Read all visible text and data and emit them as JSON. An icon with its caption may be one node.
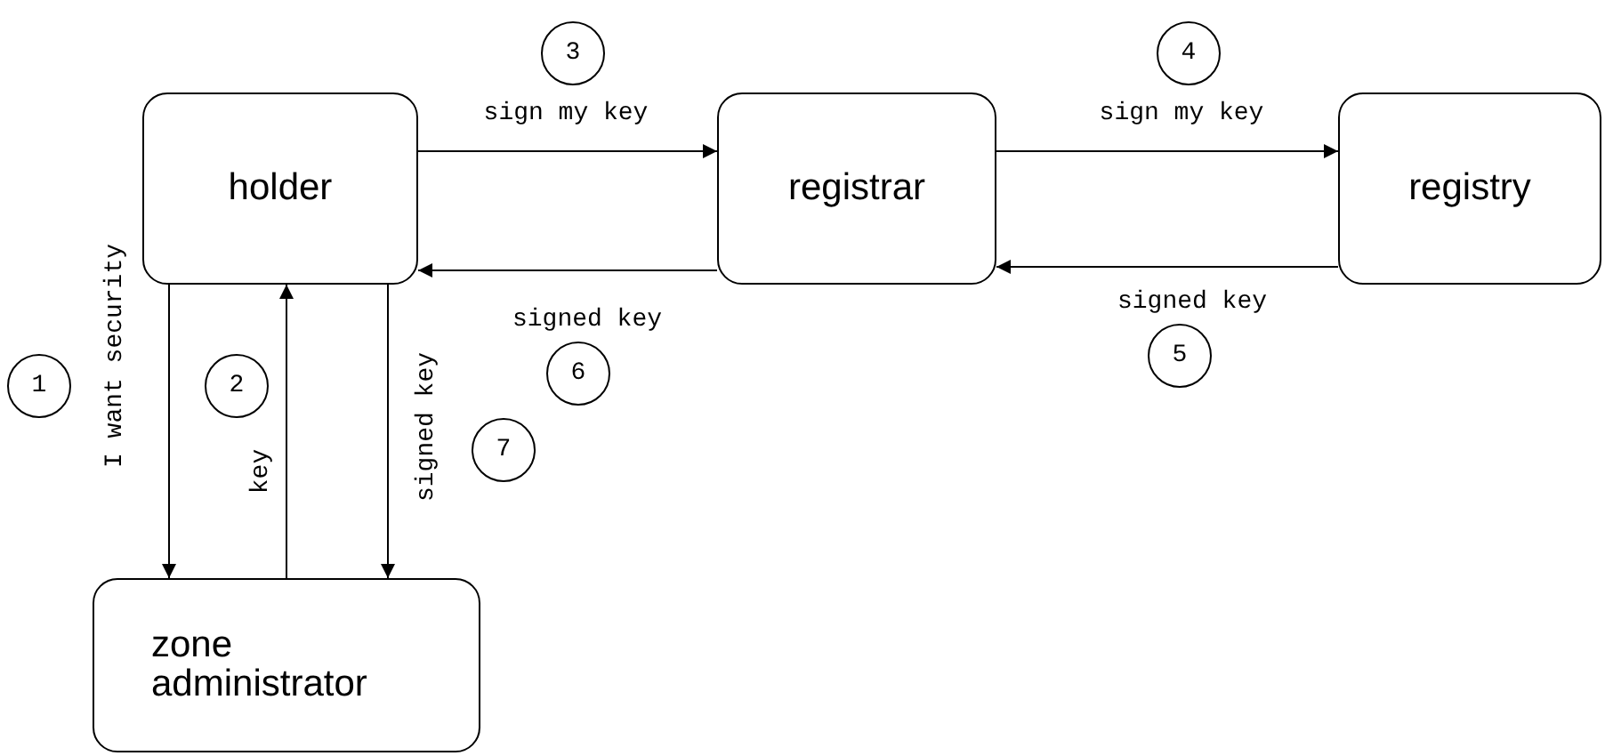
{
  "diagram": {
    "nodes": [
      {
        "text": [
          "holder"
        ]
      },
      {
        "text": [
          "registrar"
        ]
      },
      {
        "text": [
          "registry"
        ]
      },
      {
        "text": [
          "zone administrator"
        ]
      },
      {
        "text": [
          "1"
        ]
      },
      {
        "text": [
          "2"
        ]
      },
      {
        "text": [
          "3"
        ]
      },
      {
        "text": [
          "4"
        ]
      },
      {
        "text": [
          "5"
        ]
      },
      {
        "text": [
          "6"
        ]
      },
      {
        "text": [
          "7"
        ]
      }
    ],
    "edges": [
      {
        "from": 0,
        "to": 3,
        "arrow": "to",
        "label": "I want security"
      },
      {
        "from": 3,
        "to": 0,
        "arrow": "to",
        "label": "key"
      },
      {
        "from": 0,
        "to": 1,
        "arrow": "to",
        "label": "sign my key"
      },
      {
        "from": 1,
        "to": 2,
        "arrow": "to",
        "label": "sign my key"
      },
      {
        "from": 2,
        "to": 1,
        "arrow": "to",
        "label": "signed key"
      },
      {
        "from": 1,
        "to": 0,
        "arrow": "to",
        "label": "signed key"
      },
      {
        "from": 0,
        "to": 3,
        "arrow": "to",
        "label": "signed key"
      }
    ]
  }
}
